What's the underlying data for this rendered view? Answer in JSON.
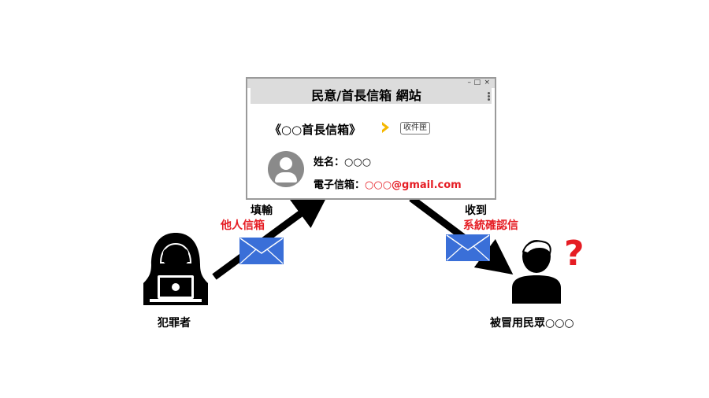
{
  "window": {
    "title": "民意/首長信箱 網站",
    "controls": {
      "minimize": "–",
      "maximize": "□",
      "close": "×"
    },
    "subject": "《○○首長信箱》",
    "inbox_tag": "收件匣",
    "name_label": "姓名：",
    "name_value": "○○○",
    "email_label": "電子信箱：",
    "email_value": "○○○@gmail.com"
  },
  "left_flow": {
    "action": "填輸",
    "object": "他人信箱"
  },
  "right_flow": {
    "action": "收到",
    "object": "系統確認信"
  },
  "criminal": {
    "label": "犯罪者"
  },
  "victim": {
    "label": "被冒用民眾○○○",
    "question_mark": "?"
  },
  "colors": {
    "accent_red": "#e51c23",
    "chevron_yellow": "#f5b800",
    "envelope_blue": "#3a6fd8"
  }
}
